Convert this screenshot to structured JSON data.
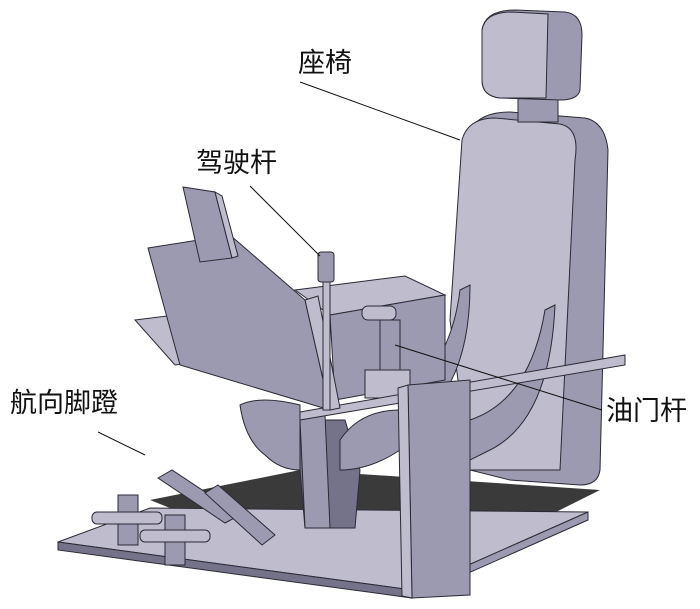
{
  "labels": {
    "seat": "座椅",
    "control_stick": "驾驶杆",
    "rudder_pedals": "航向脚蹬",
    "throttle_lever": "油门杆"
  },
  "colors": {
    "body": "#9c9ab0",
    "light": "#bebccd",
    "dark": "#75738a",
    "shadow": "#3a3a3a"
  }
}
